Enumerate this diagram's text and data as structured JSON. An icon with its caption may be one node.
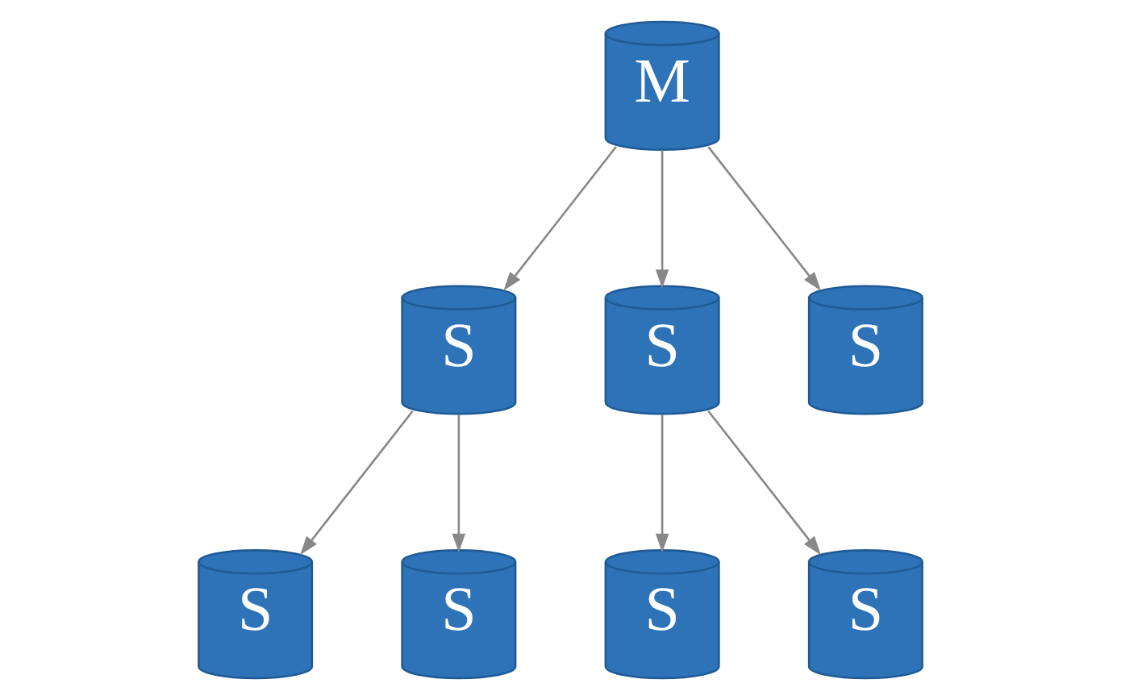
{
  "diagram": {
    "nodes": [
      {
        "text": [
          "M"
        ]
      },
      {
        "text": [
          "S"
        ]
      },
      {
        "text": [
          "S"
        ]
      },
      {
        "text": [
          "S"
        ]
      },
      {
        "text": [
          "S"
        ]
      },
      {
        "text": [
          "S"
        ]
      },
      {
        "text": [
          "S"
        ]
      },
      {
        "text": [
          "S"
        ]
      }
    ],
    "edges": [
      {
        "from": 0,
        "to": 1,
        "arrow": "to"
      },
      {
        "from": 0,
        "to": 2,
        "arrow": "to"
      },
      {
        "from": 0,
        "to": 3,
        "arrow": "to"
      },
      {
        "from": 1,
        "to": 4,
        "arrow": "to"
      },
      {
        "from": 1,
        "to": 5,
        "arrow": "to"
      },
      {
        "from": 2,
        "to": 6,
        "arrow": "to"
      },
      {
        "from": 2,
        "to": 7,
        "arrow": "to"
      }
    ]
  }
}
